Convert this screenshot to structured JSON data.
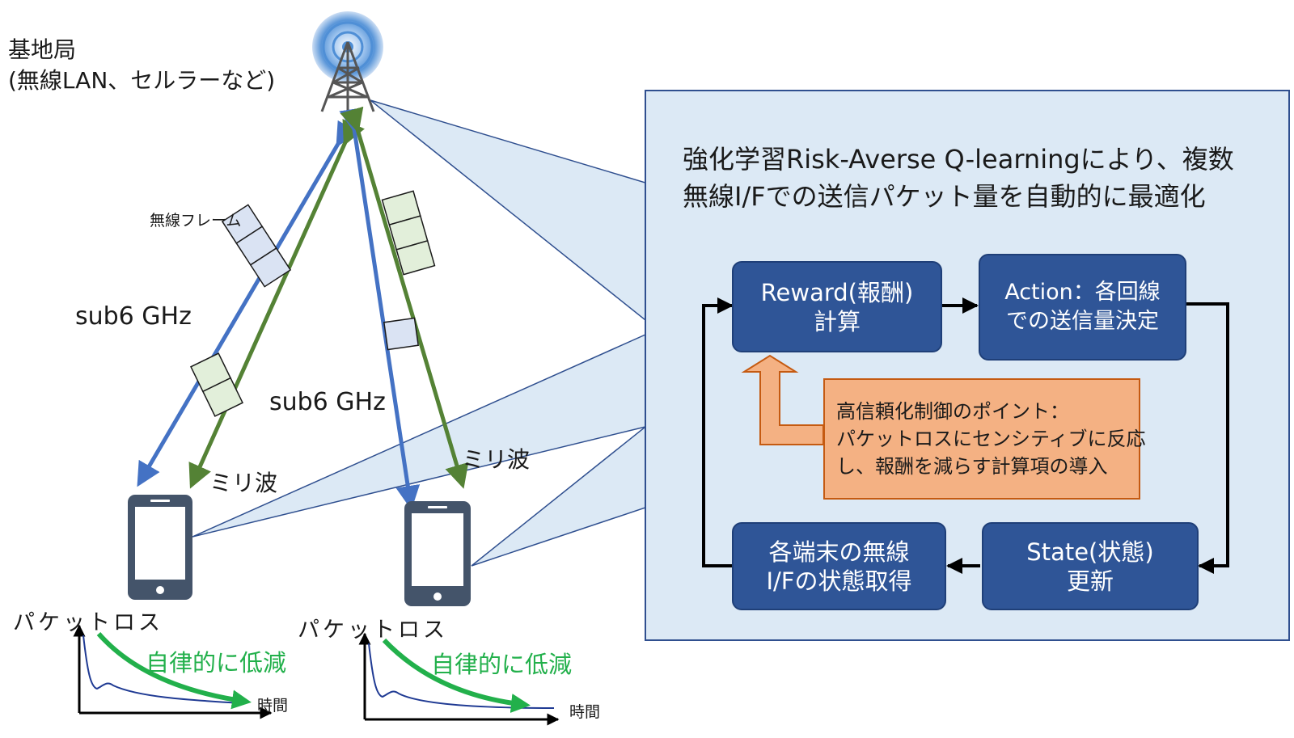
{
  "base_station": {
    "line1": "基地局",
    "line2": "(無線LAN、セルラーなど)"
  },
  "link_labels": {
    "sub6_left": "sub6 GHz",
    "sub6_right": "sub6 GHz",
    "mmwave_left": "ミリ波",
    "mmwave_right": "ミリ波",
    "frame": "無線フレーム"
  },
  "graphs": [
    {
      "ylabel": "パケットロス",
      "trend": "自律的に低減",
      "xlabel": "時間"
    },
    {
      "ylabel": "パケットロス",
      "trend": "自律的に低減",
      "xlabel": "時間"
    }
  ],
  "panel": {
    "title_line1": "強化学習Risk-Averse Q-learningにより、複数",
    "title_line2": "無線I/Fでの送信パケット量を自動的に最適化",
    "boxes": {
      "reward": {
        "line1": "Reward(報酬)",
        "line2": "計算"
      },
      "action": {
        "line1": "Action：各回線",
        "line2": "での送信量決定"
      },
      "state": {
        "line1": "State(状態)",
        "line2": "更新"
      },
      "acquire": {
        "line1": "各端末の無線",
        "line2": "I/Fの状態取得"
      }
    },
    "note": {
      "line1": "高信頼化制御のポイント：",
      "line2": "パケットロスにセンシティブに反応",
      "line3": "し、報酬を減らす計算項の導入"
    }
  },
  "colors": {
    "sub6": "#4472c4",
    "mmwave": "#548235",
    "box": "#2f5597",
    "panel_bg": "#dce9f5",
    "note_bg": "#f4b183",
    "green_text": "#22b04b",
    "curve": "#1f3a93"
  }
}
